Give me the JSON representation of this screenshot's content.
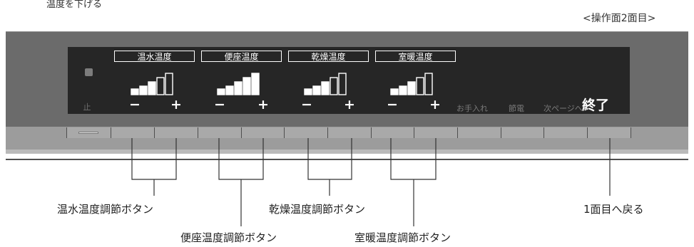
{
  "top_left_text": "温度を下げる",
  "page_indicator": "<操作面2面目>",
  "display": {
    "stop_label": "止",
    "groups": [
      {
        "label": "温水温度",
        "level": 3,
        "minus": "−",
        "plus": "+"
      },
      {
        "label": "便座温度",
        "level": 5,
        "minus": "−",
        "plus": "+"
      },
      {
        "label": "乾燥温度",
        "level": 3,
        "minus": "−",
        "plus": "+"
      },
      {
        "label": "室暖温度",
        "level": 3,
        "minus": "−",
        "plus": "+"
      }
    ],
    "care_label": "お手入れ",
    "power_save_label": "節電",
    "next_page_label": "次ページへ",
    "end_label": "終了"
  },
  "annotations": {
    "warm_water": "温水温度調節ボタン",
    "seat": "便座温度調節ボタン",
    "dry": "乾燥温度調節ボタン",
    "room": "室暖温度調節ボタン",
    "back": "1面目へ戻る"
  },
  "colors": {
    "panel": "#6b6b6b",
    "display": "#262626",
    "text_on_display": "#ffffff"
  }
}
